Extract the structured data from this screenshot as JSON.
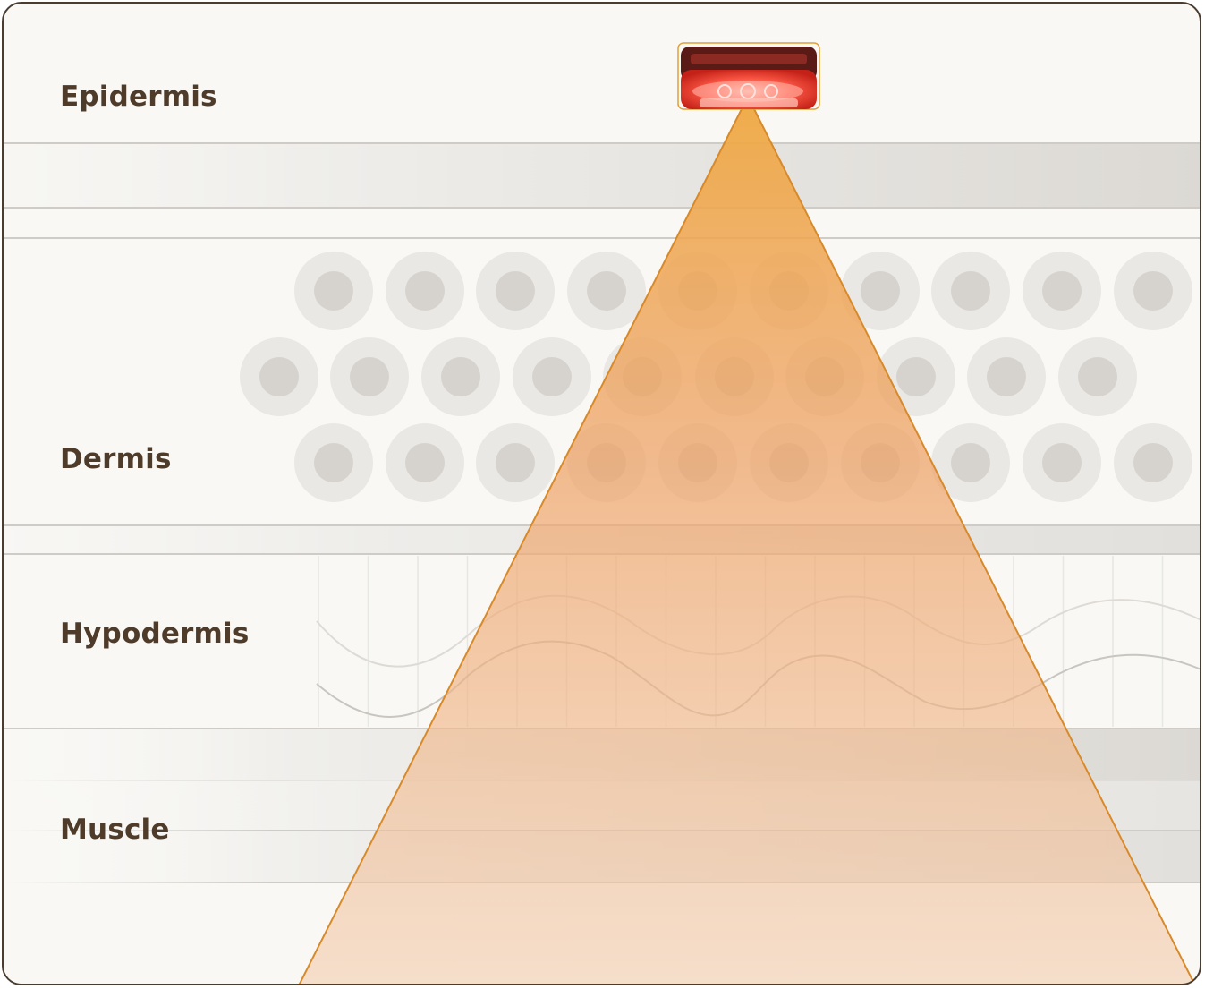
{
  "layers": [
    {
      "key": "epidermis",
      "label": "Epidermis"
    },
    {
      "key": "dermis",
      "label": "Dermis"
    },
    {
      "key": "hypodermis",
      "label": "Hypodermis"
    },
    {
      "key": "muscle",
      "label": "Muscle"
    }
  ],
  "colors": {
    "border": "#4a3c2f",
    "background": "#f9f8f5",
    "label": "#4e3b2a",
    "beam_top": "#efaa45",
    "beam_bottom": "#f4dccb",
    "beam_stroke": "#d88a2a",
    "device_light": "#ff4a3a",
    "cell_outer": "#eae8e4",
    "cell_inner": "#d6d3ce",
    "band": "#dedbd6"
  },
  "device": {
    "icon": "red-light-therapy-device-icon"
  }
}
